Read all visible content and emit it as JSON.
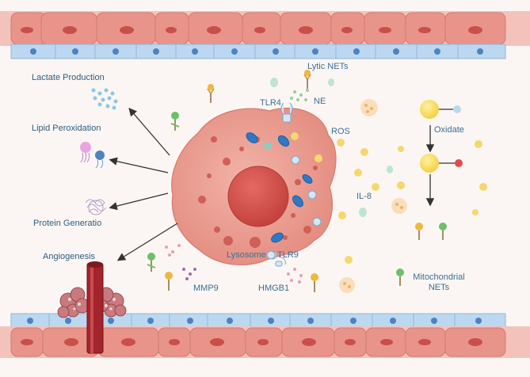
{
  "labels": {
    "lactate": "Lactate Production",
    "lipid": "Lipid Peroxidation",
    "protein": "Protein Generatio",
    "angiogenesis": "Angiogenesis",
    "lytic_nets": "Lytic NETs",
    "tlr4": "TLR4",
    "ne": "NE",
    "ros": "ROS",
    "oxidate": "Oxidate",
    "il8": "IL-8",
    "lysosome": "Lysosome",
    "tlr9": "TLR9",
    "mmp9": "MMP9",
    "hmgb1": "HMGB1",
    "mito_nets_line1": "Mitochondrial",
    "mito_nets_line2": "NETs"
  },
  "colors": {
    "background": "#fbf6f3",
    "endothelial_cell": "#e9948a",
    "endothelial_nucleus": "#c9504a",
    "basement_band": "#bcd8f0",
    "band_nucleus": "#4e83c2",
    "tumor_cell": "#e99e93",
    "tumor_nucleus": "#d8524c",
    "mitochondria": "#2f79c4",
    "ros_particle": "#f5d76e",
    "label_text": "#3a6f96"
  }
}
